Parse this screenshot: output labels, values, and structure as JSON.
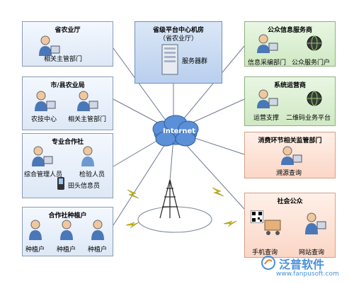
{
  "center": {
    "title": "省级平台中心机房",
    "subtitle": "（省农业厅）",
    "server": "服务器群",
    "internet": "Internet"
  },
  "left": [
    {
      "title": "省农业厅",
      "items": [
        "相关主管部门"
      ]
    },
    {
      "title": "市/县农业局",
      "items": [
        "农技中心",
        "相关主管部门"
      ]
    },
    {
      "title": "专业合作社",
      "items": [
        "综合管理人员",
        "检验人员",
        "田头信息员"
      ]
    },
    {
      "title": "合作社种植户",
      "items": [
        "种植户",
        "种植户",
        "种植户"
      ]
    }
  ],
  "right": [
    {
      "title": "公众信息服务商",
      "items": [
        "信息采编部门",
        "公众服务门户"
      ]
    },
    {
      "title": "系统运营商",
      "items": [
        "运营支撑",
        "二维码业务平台"
      ]
    },
    {
      "title": "消费环节相关监管部门",
      "items": [
        "溯源查询"
      ]
    },
    {
      "title": "社会公众",
      "items": [
        "手机查询",
        "网站查询"
      ]
    }
  ],
  "watermark": {
    "name": "泛普软件",
    "url": "www.fanpusoft.com"
  }
}
